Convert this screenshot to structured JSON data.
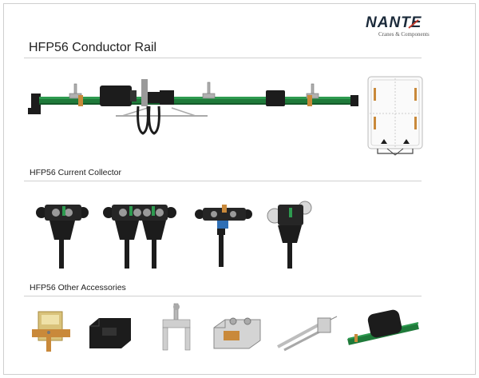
{
  "brand": {
    "name": "NANTE",
    "tagline": "Cranes & Components"
  },
  "page": {
    "title": "HFP56 Conductor Rail"
  },
  "sections": {
    "current_collector": "HFP56 Current Collector",
    "other_accessories": "HFP56 Other Accessories"
  },
  "colors": {
    "rail_green": "#1f7a3a",
    "component_black": "#1c1c1c",
    "brand_navy": "#1b2a3a",
    "copper": "#c9893a"
  }
}
